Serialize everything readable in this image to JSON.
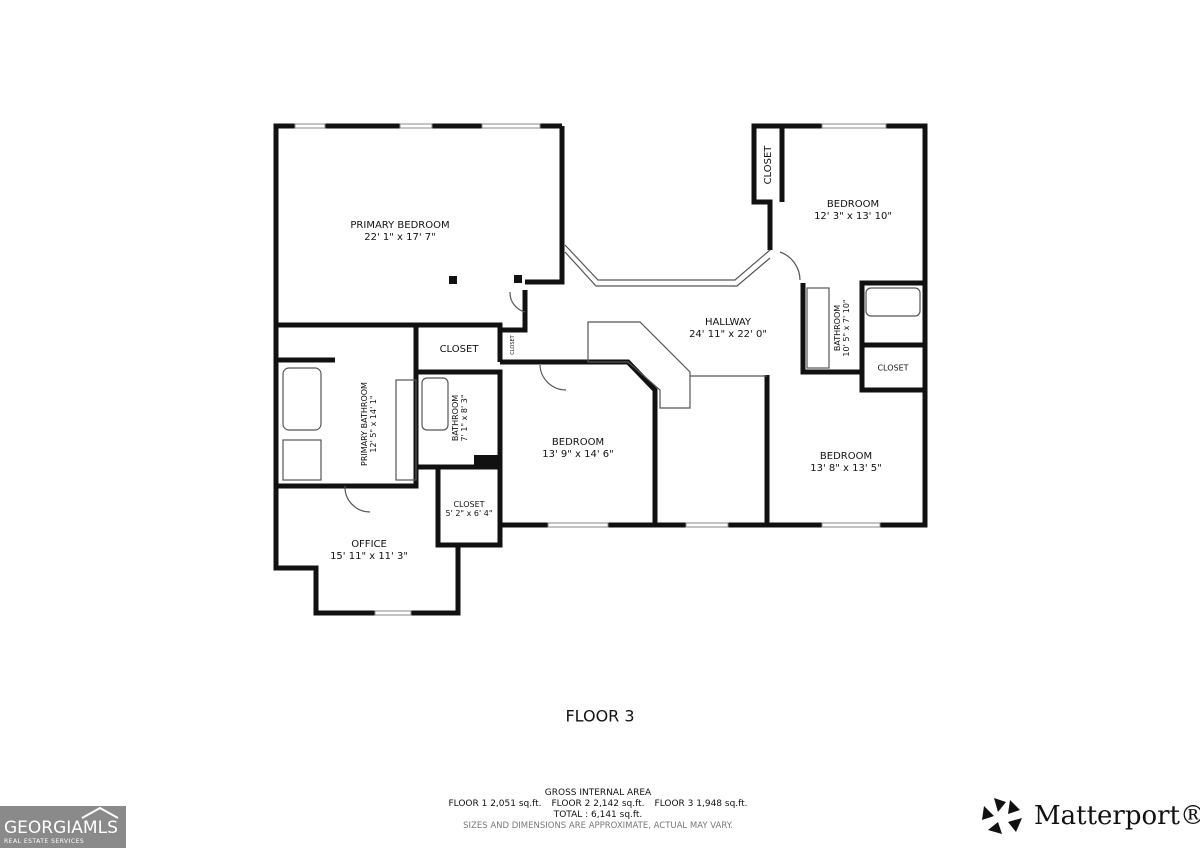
{
  "floor_title": "FLOOR 3",
  "rooms": [
    {
      "name": "PRIMARY BEDROOM",
      "dims": "22' 1\" x 17' 7\""
    },
    {
      "name": "BEDROOM",
      "dims": "12' 3\" x 13' 10\""
    },
    {
      "name": "HALLWAY",
      "dims": "24' 11\" x 22' 0\""
    },
    {
      "name": "BATHROOM",
      "dims": "10' 5\" x 7' 10\""
    },
    {
      "name": "CLOSET",
      "dims": ""
    },
    {
      "name": "BEDROOM",
      "dims": "13' 8\" x 13' 5\""
    },
    {
      "name": "BEDROOM",
      "dims": "13' 9\" x 14' 6\""
    },
    {
      "name": "CLOSET",
      "dims": ""
    },
    {
      "name": "CLOSET",
      "dims": ""
    },
    {
      "name": "PRIMARY BATHROOM",
      "dims": "12' 5\" x 14' 1\""
    },
    {
      "name": "BATHROOM",
      "dims": "7' 1\" x 8' 3\""
    },
    {
      "name": "CLOSET",
      "dims": "5' 2\" x 6' 4\""
    },
    {
      "name": "OFFICE",
      "dims": "15' 11\" x 11' 3\""
    },
    {
      "name": "CLOSET",
      "dims": ""
    }
  ],
  "area": {
    "heading": "GROSS INTERNAL AREA",
    "floor1": "FLOOR 1 2,051 sq.ft.",
    "floor2": "FLOOR 2 2,142 sq.ft.",
    "floor3": "FLOOR 3 1,948 sq.ft.",
    "total": "TOTAL :  6,141 sq.ft.",
    "disclaimer": "SIZES AND DIMENSIONS ARE APPROXIMATE, ACTUAL MAY VARY."
  },
  "logos": {
    "georgia_mls": "GEORGIAMLS",
    "georgia_mls_sub": "REAL ESTATE SERVICES",
    "matterport": "Matterport®"
  },
  "colors": {
    "wall": "#111111",
    "logo_box": "#8a8a8a"
  }
}
